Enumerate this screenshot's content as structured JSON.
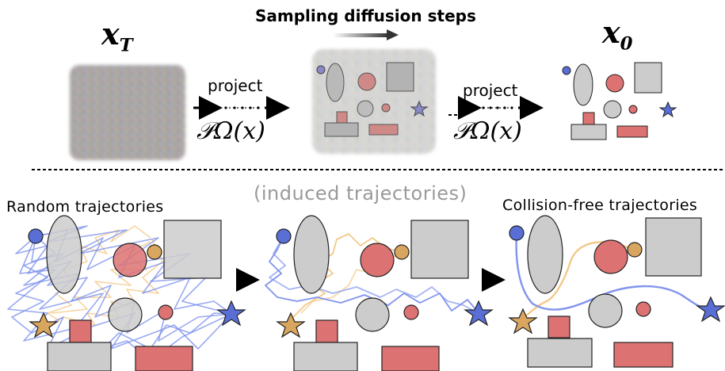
{
  "header": {
    "title": "Sampling diffusion steps",
    "xt": "x_T",
    "x0": "x_0"
  },
  "projection": {
    "word": "project",
    "operator": "𝒫Ω(x)"
  },
  "bottom": {
    "induced": "(induced trajectories)",
    "left_label": "Random trajectories",
    "right_label": "Collision-free trajectories"
  },
  "colors": {
    "obstacle_gray": "#cccccc",
    "obstacle_red": "#dd7272",
    "start_blue": "#5a6fd6",
    "goal_orange": "#d9a65f",
    "traj_blue": "#8094ee",
    "traj_orange": "#f3c98a"
  }
}
